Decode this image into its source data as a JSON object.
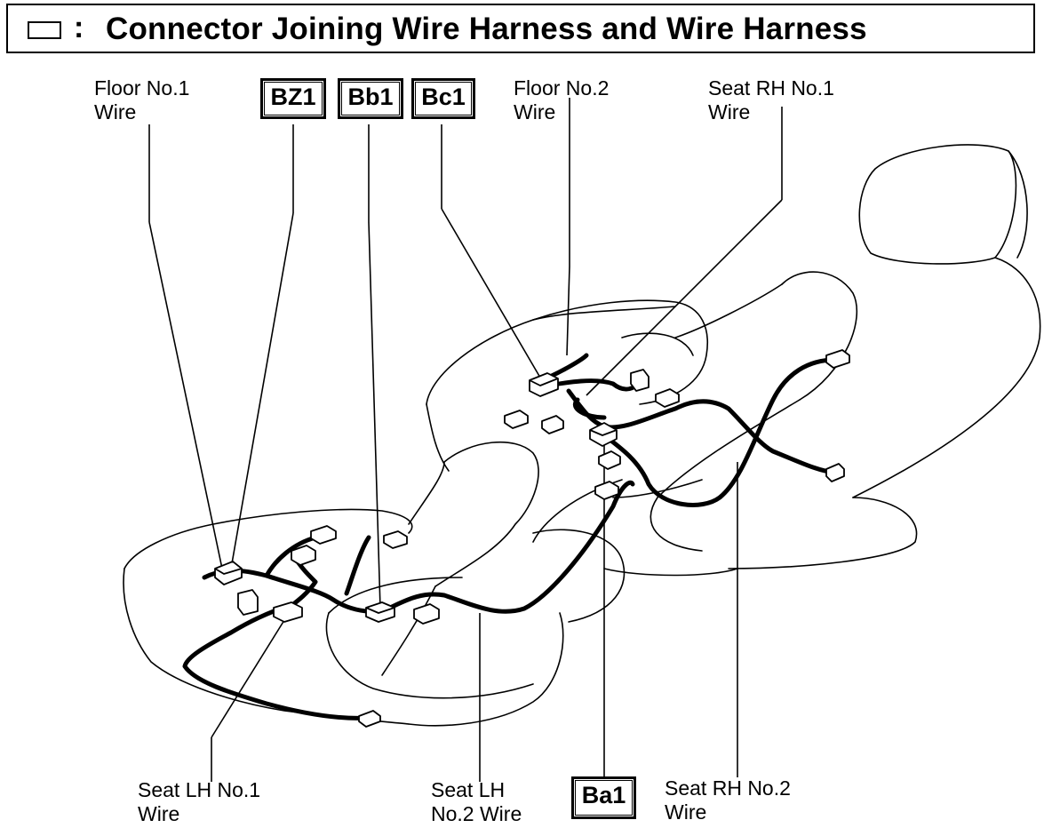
{
  "title": {
    "symbol_colon": ":",
    "text": "Connector Joining Wire Harness and Wire Harness"
  },
  "codes": {
    "bz1": "BZ1",
    "bb1": "Bb1",
    "bc1": "Bc1",
    "ba1": "Ba1"
  },
  "labels": {
    "floor_no1": [
      "Floor No.1",
      "Wire"
    ],
    "floor_no2": [
      "Floor No.2",
      "Wire"
    ],
    "seat_rh_no1": [
      "Seat RH No.1",
      "Wire"
    ],
    "seat_lh_no1": [
      "Seat LH No.1",
      "Wire"
    ],
    "seat_lh_no2": [
      "Seat LH",
      "No.2 Wire"
    ],
    "seat_rh_no2": [
      "Seat RH No.2",
      "Wire"
    ]
  }
}
